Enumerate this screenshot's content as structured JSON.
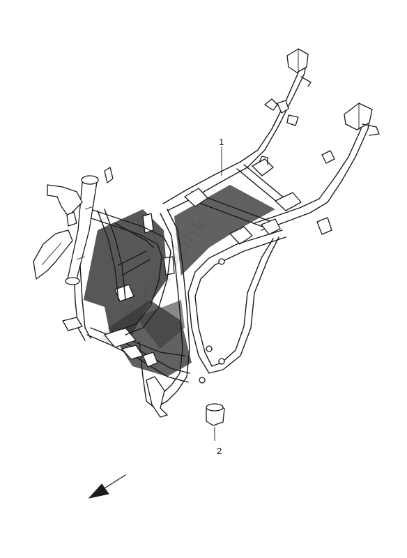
{
  "callouts": {
    "frame": "1",
    "spacer": "2"
  },
  "watermark": "Partsrepublik",
  "icons": {
    "direction_arrow": "arrow-down-left-icon"
  },
  "colors": {
    "line": "#1a1a1a",
    "background": "#ffffff",
    "watermark": "#d9d9d9"
  }
}
